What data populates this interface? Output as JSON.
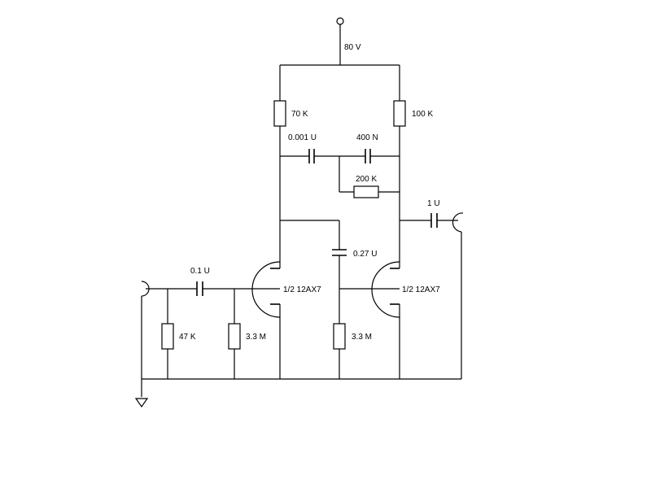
{
  "supply": {
    "voltage": "80 V"
  },
  "components": {
    "r_plate_1": "70 K",
    "r_plate_2": "100 K",
    "c_feedback_1": "0.001 U",
    "c_feedback_2": "400 N",
    "r_feedback": "200 K",
    "c_output": "1 U",
    "c_coupling": "0.27 U",
    "c_input": "0.1 U",
    "r_input": "47 K",
    "r_grid_1": "3.3 M",
    "r_grid_2": "3.3 M",
    "tube_1": "1/2 12AX7",
    "tube_2": "1/2 12AX7"
  },
  "colors": {
    "line": "#000000",
    "background": "#ffffff"
  }
}
